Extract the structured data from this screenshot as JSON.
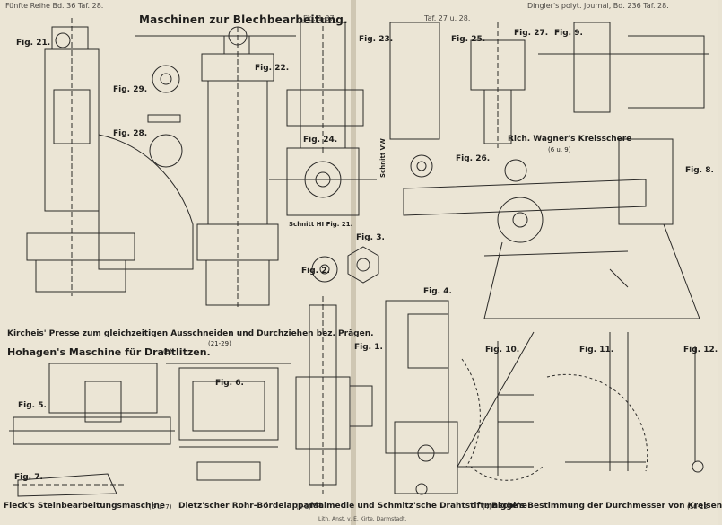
{
  "header": {
    "left": "Fünfte Reihe Bd. 36 Taf. 28.",
    "right": "Dingler's polyt. Journal, Bd. 236 Taf. 28.",
    "figure_range": "Fig. 1-37",
    "plate_range": "Taf. 27 u. 28.",
    "title": "Maschinen zur Blechbearbeitung."
  },
  "figures": {
    "f21": "Fig. 21.",
    "f22": "Fig. 22.",
    "f23": "Fig. 23.",
    "f24": "Fig. 24.",
    "f25": "Fig. 25.",
    "f26": "Fig. 26.",
    "f27": "Fig. 27.",
    "f28": "Fig. 28.",
    "f29": "Fig. 29.",
    "f1": "Fig. 1.",
    "f2": "Fig. 2.",
    "f3": "Fig. 3.",
    "f4": "Fig. 4.",
    "f5": "Fig. 5.",
    "f6": "Fig. 6.",
    "f7": "Fig. 7.",
    "f8": "Fig. 8.",
    "f9": "Fig. 9.",
    "f10": "Fig. 10.",
    "f11": "Fig. 11.",
    "f12": "Fig. 12."
  },
  "labels": {
    "schnitt_hi": "Schnitt HI Fig. 21.",
    "schnitt_vw": "Schnitt VW",
    "wagner": "Rich. Wagner's Kreisschere",
    "wagner_ref": "(6 u. 9)"
  },
  "captions": {
    "kircheis": "Kircheis' Presse zum gleichzeitigen Ausschneiden und Durchziehen bez. Prägen.",
    "kircheis_ref": "(21-29)",
    "hohagen": "Hohagen's Maschine für Drahtlitzen.",
    "hohagen_ref": "(5)",
    "fleck": "Fleck's Steinbearbeitungsmaschine",
    "fleck_ref": "(6 u. 7)",
    "dietz": "Dietz'scher Rohr-Bördelapparat",
    "dietz_ref": "(1-3)",
    "malmedie": "Malmedie und Schmitz'sche Drahtstiftmaschine",
    "malmedie_ref": "(4)",
    "bigge": "Bigge's Bestimmung der Durchmesser von Kreisen",
    "bigge_ref": "(10-12)"
  },
  "imprint": "Lith. Anst. v. E. Kirte, Darmstadt."
}
